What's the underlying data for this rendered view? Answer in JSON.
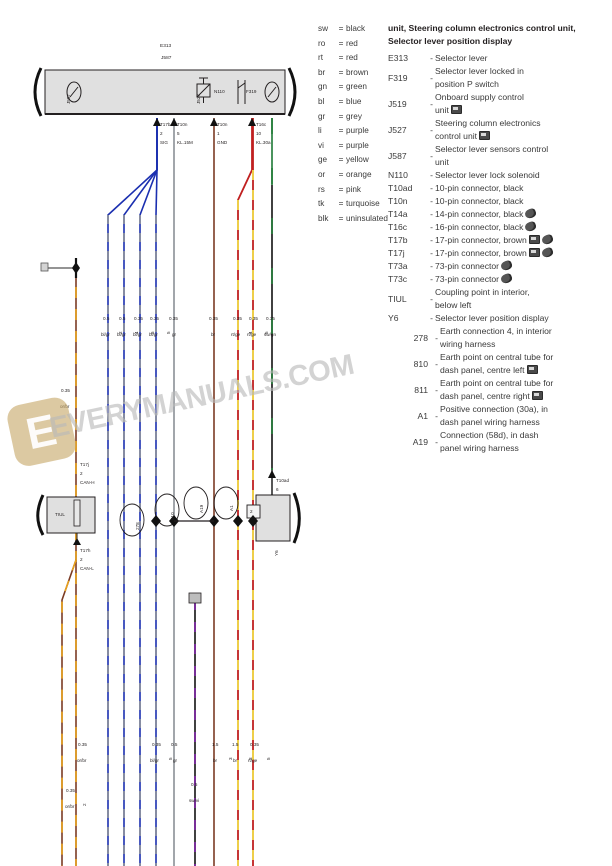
{
  "legend": {
    "abbreviations": [
      {
        "key": "sw",
        "eq": "=",
        "value": "black"
      },
      {
        "key": "ro",
        "eq": "=",
        "value": "red"
      },
      {
        "key": "rt",
        "eq": "=",
        "value": "red"
      },
      {
        "key": "br",
        "eq": "=",
        "value": "brown"
      },
      {
        "key": "gn",
        "eq": "=",
        "value": "green"
      },
      {
        "key": "bl",
        "eq": "=",
        "value": "blue"
      },
      {
        "key": "gr",
        "eq": "=",
        "value": "grey"
      },
      {
        "key": "li",
        "eq": "=",
        "value": "purple"
      },
      {
        "key": "vi",
        "eq": "=",
        "value": "purple"
      },
      {
        "key": "ge",
        "eq": "=",
        "value": "yellow"
      },
      {
        "key": "or",
        "eq": "=",
        "value": "orange"
      },
      {
        "key": "rs",
        "eq": "=",
        "value": "pink"
      },
      {
        "key": "tk",
        "eq": "=",
        "value": "turquoise"
      },
      {
        "key": "blk",
        "eq": "=",
        "value": "uninsulated"
      }
    ],
    "intro": "unit, Steering column electronics control unit, Selector lever position display",
    "components": [
      {
        "key": "E313",
        "dash": "-",
        "line1": "Selector lever",
        "line2": "",
        "icon": ""
      },
      {
        "key": "F319",
        "dash": "-",
        "line1": "Selector lever locked in",
        "line2": "position P switch",
        "icon": ""
      },
      {
        "key": "J519",
        "dash": "-",
        "line1": "Onboard supply control",
        "line2": "unit",
        "icon": "box"
      },
      {
        "key": "J527",
        "dash": "-",
        "line1": "Steering column electronics",
        "line2": "control unit",
        "icon": "box"
      },
      {
        "key": "J587",
        "dash": "-",
        "line1": "Selector lever sensors control",
        "line2": "unit",
        "icon": ""
      },
      {
        "key": "N110",
        "dash": "-",
        "line1": "Selector lever lock solenoid",
        "line2": "",
        "icon": ""
      },
      {
        "key": "T10ad",
        "dash": "-",
        "line1": "10-pin connector, black",
        "line2": "",
        "icon": ""
      },
      {
        "key": "T10n",
        "dash": "-",
        "line1": "10-pin connector, black",
        "line2": "",
        "icon": ""
      },
      {
        "key": "T14a",
        "dash": "-",
        "line1": "14-pin connector, black",
        "line2": "",
        "icon": "plug"
      },
      {
        "key": "T16c",
        "dash": "-",
        "line1": "16-pin connector, black",
        "line2": "",
        "icon": "plug"
      },
      {
        "key": "T17b",
        "dash": "-",
        "line1": "17-pin connector, brown",
        "line2": "",
        "icon": "boxplug"
      },
      {
        "key": "T17j",
        "dash": "-",
        "line1": "17-pin connector, brown",
        "line2": "",
        "icon": "boxplug"
      },
      {
        "key": "T73a",
        "dash": "-",
        "line1": "73-pin connector",
        "line2": "",
        "icon": "plug"
      },
      {
        "key": "T73c",
        "dash": "-",
        "line1": "73-pin connector",
        "line2": "",
        "icon": "plug"
      },
      {
        "key": "TIUL",
        "dash": "-",
        "line1": "Coupling point in interior,",
        "line2": "below left",
        "icon": ""
      },
      {
        "key": "Y6",
        "dash": "-",
        "line1": "Selector lever position display",
        "line2": "",
        "icon": ""
      },
      {
        "key": "278",
        "dash": "-",
        "line1": "Earth connection 4, in interior",
        "line2": "wiring harness",
        "icon": "",
        "num": true
      },
      {
        "key": "810",
        "dash": "-",
        "line1": "Earth point on central tube for",
        "line2": "dash panel, centre left",
        "icon": "box",
        "num": true
      },
      {
        "key": "811",
        "dash": "-",
        "line1": "Earth point on central tube for",
        "line2": "dash panel, centre right",
        "icon": "box",
        "num": true
      },
      {
        "key": "A1",
        "dash": "-",
        "line1": "Positive connection (30a), in",
        "line2": "dash panel wiring harness",
        "icon": "",
        "num": true
      },
      {
        "key": "A19",
        "dash": "-",
        "line1": "Connection (58d), in dash",
        "line2": "panel wiring harness",
        "icon": "",
        "num": true
      }
    ]
  },
  "diagram": {
    "top_unit": {
      "title": "E313",
      "subtitle": "J587",
      "inner_labels": [
        {
          "text": "J587"
        },
        {
          "text": "J527"
        },
        {
          "text": "N110"
        },
        {
          "text": "F319"
        }
      ]
    },
    "pin_labels_top": [
      {
        "conn": "T17b",
        "pin": "2",
        "sig": "SIG"
      },
      {
        "conn": "T10n",
        "pin": "5",
        "sig": "KL.15M"
      },
      {
        "conn": "T10n",
        "pin": "1",
        "sig": "GND"
      },
      {
        "conn": "T16c",
        "pin": "10",
        "sig": "KL.30a"
      }
    ],
    "wire_labels_mid": [
      {
        "size": "0.5",
        "color": "bl/gr",
        "note": "2"
      },
      {
        "size": "0.5",
        "color": "bl/gr",
        "note": "4"
      },
      {
        "size": "0.35",
        "color": "bl/gr",
        "note": "5"
      },
      {
        "size": "0.35",
        "color": "bl/gr",
        "note": "5"
      },
      {
        "size": "0.35",
        "color": "gr",
        "note": ""
      },
      {
        "size": "0.35",
        "color": "br",
        "note": ""
      },
      {
        "size": "0.35",
        "color": "rt/ge",
        "note": "4"
      },
      {
        "size": "0.35",
        "color": "rt/ge",
        "note": "5"
      },
      {
        "size": "0.35",
        "color": "sw/gn",
        "note": ""
      }
    ],
    "wire_label_left": {
      "size": "0.35",
      "color": "or/br"
    },
    "connection_nodes": [
      {
        "label": "810"
      },
      {
        "label": "A19"
      },
      {
        "label": "278"
      },
      {
        "label": "A1"
      }
    ],
    "left_box": {
      "label": "TIUL"
    },
    "right_box": {
      "label": "Y6",
      "conn": "T10ad",
      "pin": "6"
    },
    "left_box_pins": {
      "conn": "T17h",
      "pin": "2",
      "sig": "CAN-L"
    },
    "small_square": {
      "label": "2"
    },
    "wire_labels_bottom": [
      {
        "size": "0.35",
        "color": "or/br",
        "note": "2"
      },
      {
        "size": "0.35",
        "color": "or/br",
        "note": ""
      },
      {
        "size": "0.35",
        "color": "bl/gr",
        "note": "5"
      },
      {
        "size": "0.5",
        "color": "gr",
        "note": "5"
      },
      {
        "size": "0.5",
        "color": "sw/vi",
        "note": ""
      },
      {
        "size": "1.5",
        "color": "br",
        "note": "3"
      },
      {
        "size": "1.5",
        "color": "br",
        "note": "3"
      },
      {
        "size": "0.35",
        "color": "rt/ge",
        "note": "5"
      }
    ],
    "colors": {
      "blue": "#1b2fb0",
      "grey": "#8a8f96",
      "brown": "#7b3b24",
      "red": "#c02020",
      "yellow": "#f2dd4a",
      "orange": "#e8a11c",
      "green": "#1e7a35",
      "black": "#111111",
      "violet": "#7b1fa2",
      "box_fill": "#e0e0e0",
      "stroke": "#231f20"
    }
  },
  "watermark": {
    "text": "EVERYMANUALS.COM"
  }
}
